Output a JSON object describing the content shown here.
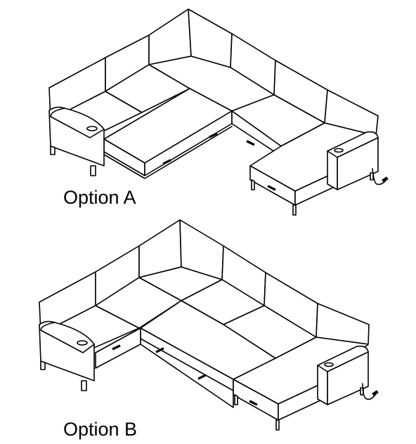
{
  "options": [
    {
      "id": "option-a",
      "label": "Option A"
    },
    {
      "id": "option-b",
      "label": "Option B"
    }
  ]
}
